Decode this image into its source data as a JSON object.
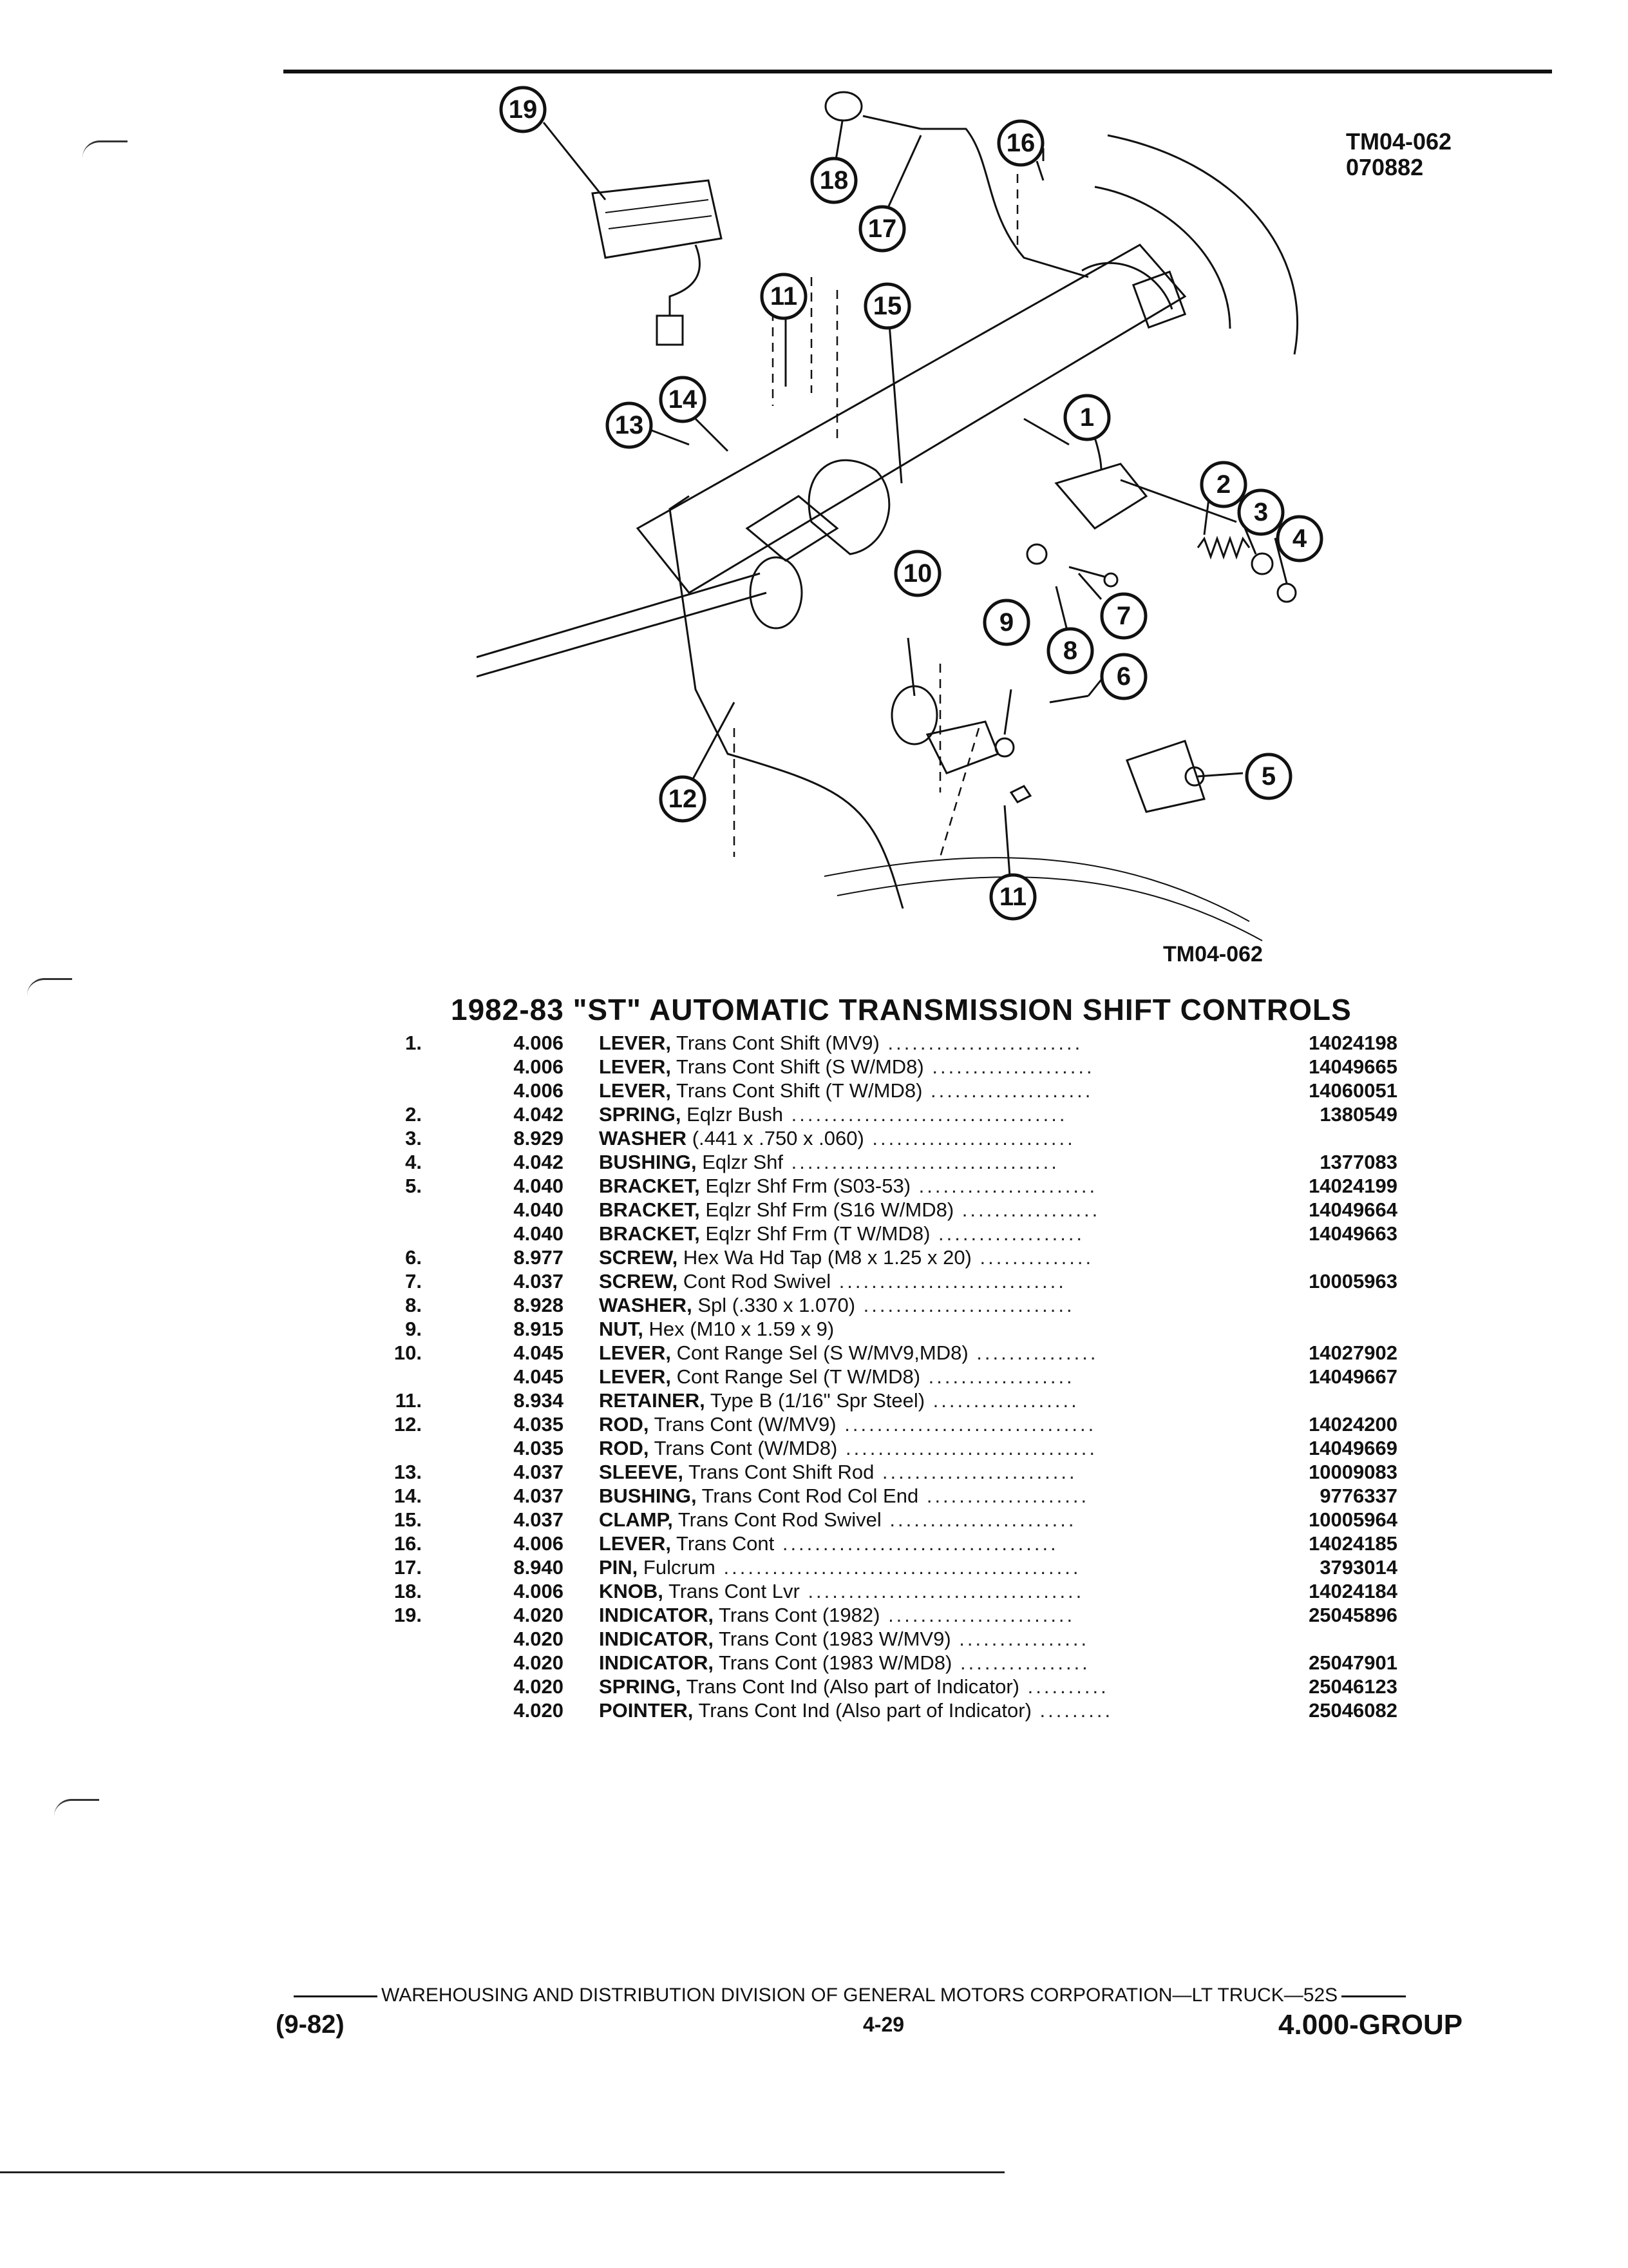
{
  "figure": {
    "code_top": "TM04-062",
    "code_date": "070882",
    "caption": "TM04-062",
    "callouts": [
      "19",
      "18",
      "17",
      "16",
      "11",
      "15",
      "14",
      "13",
      "1",
      "2",
      "3",
      "4",
      "10",
      "9",
      "7",
      "8",
      "6",
      "5",
      "12",
      "11"
    ]
  },
  "title": "1982-83 \"ST\" AUTOMATIC TRANSMISSION SHIFT CONTROLS",
  "rows": [
    {
      "item": "1.",
      "group": "4.006",
      "noun": "LEVER,",
      "desc": "Trans Cont Shift (MV9)",
      "leader": " ........................",
      "part": "14024198"
    },
    {
      "item": "",
      "group": "4.006",
      "noun": "LEVER,",
      "desc": "Trans Cont Shift (S W/MD8)",
      "leader": " ....................",
      "part": "14049665"
    },
    {
      "item": "",
      "group": "4.006",
      "noun": "LEVER,",
      "desc": "Trans Cont Shift (T W/MD8)",
      "leader": " ....................",
      "part": "14060051"
    },
    {
      "item": "2.",
      "group": "4.042",
      "noun": "SPRING,",
      "desc": "Eqlzr Bush",
      "leader": " ..................................",
      "part": "1380549"
    },
    {
      "item": "3.",
      "group": "8.929",
      "noun": "WASHER",
      "desc": "(.441 x .750 x .060)",
      "leader": " .........................",
      "part": ""
    },
    {
      "item": "4.",
      "group": "4.042",
      "noun": "BUSHING,",
      "desc": "Eqlzr Shf",
      "leader": " .................................",
      "part": "1377083"
    },
    {
      "item": "5.",
      "group": "4.040",
      "noun": "BRACKET,",
      "desc": "Eqlzr Shf Frm (S03-53)",
      "leader": " ......................",
      "part": "14024199"
    },
    {
      "item": "",
      "group": "4.040",
      "noun": "BRACKET,",
      "desc": "Eqlzr Shf Frm (S16 W/MD8)",
      "leader": " .................",
      "part": "14049664"
    },
    {
      "item": "",
      "group": "4.040",
      "noun": "BRACKET,",
      "desc": "Eqlzr Shf Frm (T W/MD8)",
      "leader": " ..................",
      "part": "14049663"
    },
    {
      "item": "6.",
      "group": "8.977",
      "noun": "SCREW,",
      "desc": "Hex Wa Hd Tap (M8 x 1.25 x 20)",
      "leader": " ..............",
      "part": ""
    },
    {
      "item": "7.",
      "group": "4.037",
      "noun": "SCREW,",
      "desc": "Cont Rod Swivel",
      "leader": " ............................",
      "part": "10005963"
    },
    {
      "item": "8.",
      "group": "8.928",
      "noun": "WASHER,",
      "desc": "Spl (.330 x 1.070)",
      "leader": " ..........................",
      "part": ""
    },
    {
      "item": "9.",
      "group": "8.915",
      "noun": "NUT,",
      "desc": "Hex (M10 x 1.59 x 9)",
      "leader": "",
      "part": ""
    },
    {
      "item": "10.",
      "group": "4.045",
      "noun": "LEVER,",
      "desc": "Cont Range Sel (S W/MV9,MD8)",
      "leader": " ...............",
      "part": "14027902"
    },
    {
      "item": "",
      "group": "4.045",
      "noun": "LEVER,",
      "desc": "Cont Range Sel (T W/MD8)",
      "leader": " ..................",
      "part": "14049667"
    },
    {
      "item": "11.",
      "group": "8.934",
      "noun": "RETAINER,",
      "desc": "Type B (1/16\" Spr Steel)",
      "leader": " ..................",
      "part": ""
    },
    {
      "item": "12.",
      "group": "4.035",
      "noun": "ROD,",
      "desc": "Trans Cont (W/MV9)",
      "leader": " ...............................",
      "part": "14024200"
    },
    {
      "item": "",
      "group": "4.035",
      "noun": "ROD,",
      "desc": "Trans Cont (W/MD8)",
      "leader": " ...............................",
      "part": "14049669"
    },
    {
      "item": "13.",
      "group": "4.037",
      "noun": "SLEEVE,",
      "desc": "Trans Cont Shift Rod",
      "leader": " ........................",
      "part": "10009083"
    },
    {
      "item": "14.",
      "group": "4.037",
      "noun": "BUSHING,",
      "desc": "Trans Cont Rod Col End",
      "leader": " ....................",
      "part": "9776337"
    },
    {
      "item": "15.",
      "group": "4.037",
      "noun": "CLAMP,",
      "desc": "Trans Cont Rod Swivel",
      "leader": " .......................",
      "part": "10005964"
    },
    {
      "item": "16.",
      "group": "4.006",
      "noun": "LEVER,",
      "desc": "Trans Cont",
      "leader": " ..................................",
      "part": "14024185"
    },
    {
      "item": "17.",
      "group": "8.940",
      "noun": "PIN,",
      "desc": "Fulcrum",
      "leader": " ............................................",
      "part": "3793014"
    },
    {
      "item": "18.",
      "group": "4.006",
      "noun": "KNOB,",
      "desc": "Trans Cont Lvr",
      "leader": " ..................................",
      "part": "14024184"
    },
    {
      "item": "19.",
      "group": "4.020",
      "noun": "INDICATOR,",
      "desc": "Trans Cont (1982)",
      "leader": " .......................",
      "part": "25045896"
    },
    {
      "item": "",
      "group": "4.020",
      "noun": "INDICATOR,",
      "desc": "Trans Cont (1983 W/MV9)",
      "leader": " ................",
      "part": ""
    },
    {
      "item": "",
      "group": "4.020",
      "noun": "INDICATOR,",
      "desc": "Trans Cont (1983 W/MD8)",
      "leader": " ................",
      "part": "25047901"
    },
    {
      "item": "",
      "group": "4.020",
      "noun": "SPRING,",
      "desc": "Trans Cont Ind (Also part of Indicator)",
      "leader": " ..........",
      "part": "25046123"
    },
    {
      "item": "",
      "group": "4.020",
      "noun": "POINTER,",
      "desc": "Trans Cont Ind (Also part of Indicator)",
      "leader": " .........",
      "part": "25046082"
    }
  ],
  "footer": {
    "division": "WAREHOUSING AND DISTRIBUTION DIVISION OF GENERAL MOTORS CORPORATION—LT TRUCK—52S",
    "date": "(9-82)",
    "page": "4-29",
    "group": "4.000-GROUP"
  }
}
